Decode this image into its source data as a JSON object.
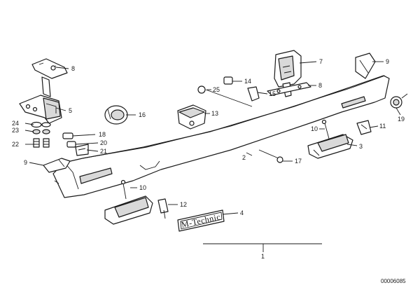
{
  "callouts": {
    "c8a": "8",
    "c5": "5",
    "c24": "24",
    "c23": "23",
    "c22": "22",
    "c16": "16",
    "c18": "18",
    "c20": "20",
    "c21": "21",
    "c9a": "9",
    "c7": "7",
    "c14": "14",
    "c25": "25",
    "c15": "15",
    "c8b": "8",
    "c13": "13",
    "c9b": "9",
    "c19": "19",
    "c11": "11",
    "c10a": "10",
    "c3": "3",
    "c2": "2",
    "c17": "17",
    "c10b": "10",
    "c12": "12",
    "c4": "4",
    "c1": "1"
  },
  "badge_text": "M-Technic",
  "drawing_number": "00006085"
}
